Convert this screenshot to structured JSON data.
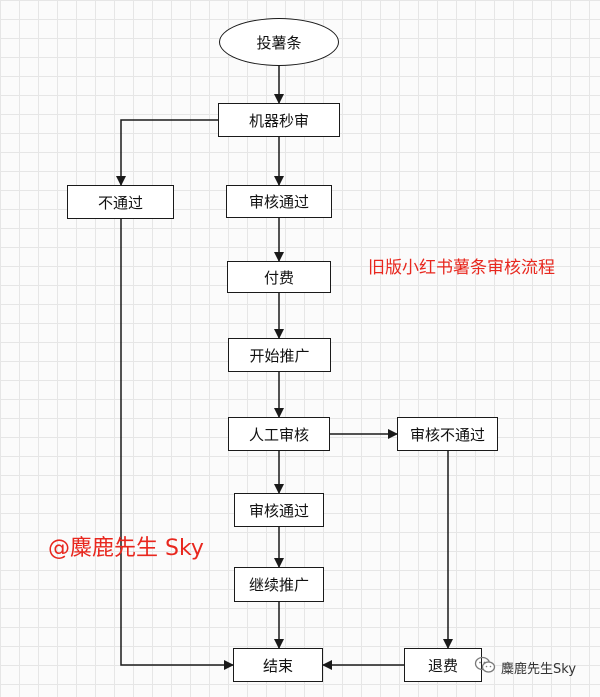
{
  "colors": {
    "line": "#1a1a1a",
    "title": "#e8271e",
    "grid": "#e6e6e6"
  },
  "nodes": {
    "start": "投薯条",
    "machine_review": "机器秒审",
    "fail_left": "不通过",
    "pass_1": "审核通过",
    "pay": "付费",
    "promote": "开始推广",
    "manual_review": "人工审核",
    "manual_fail": "审核不通过",
    "pass_2": "审核通过",
    "continue_promote": "继续推广",
    "end": "结束",
    "refund": "退费"
  },
  "annotations": {
    "title": "旧版小红书薯条审核流程",
    "watermark": "@麋鹿先生 Sky",
    "wechat_account": "麋鹿先生Sky",
    "wechat_icon": "wechat-icon"
  }
}
